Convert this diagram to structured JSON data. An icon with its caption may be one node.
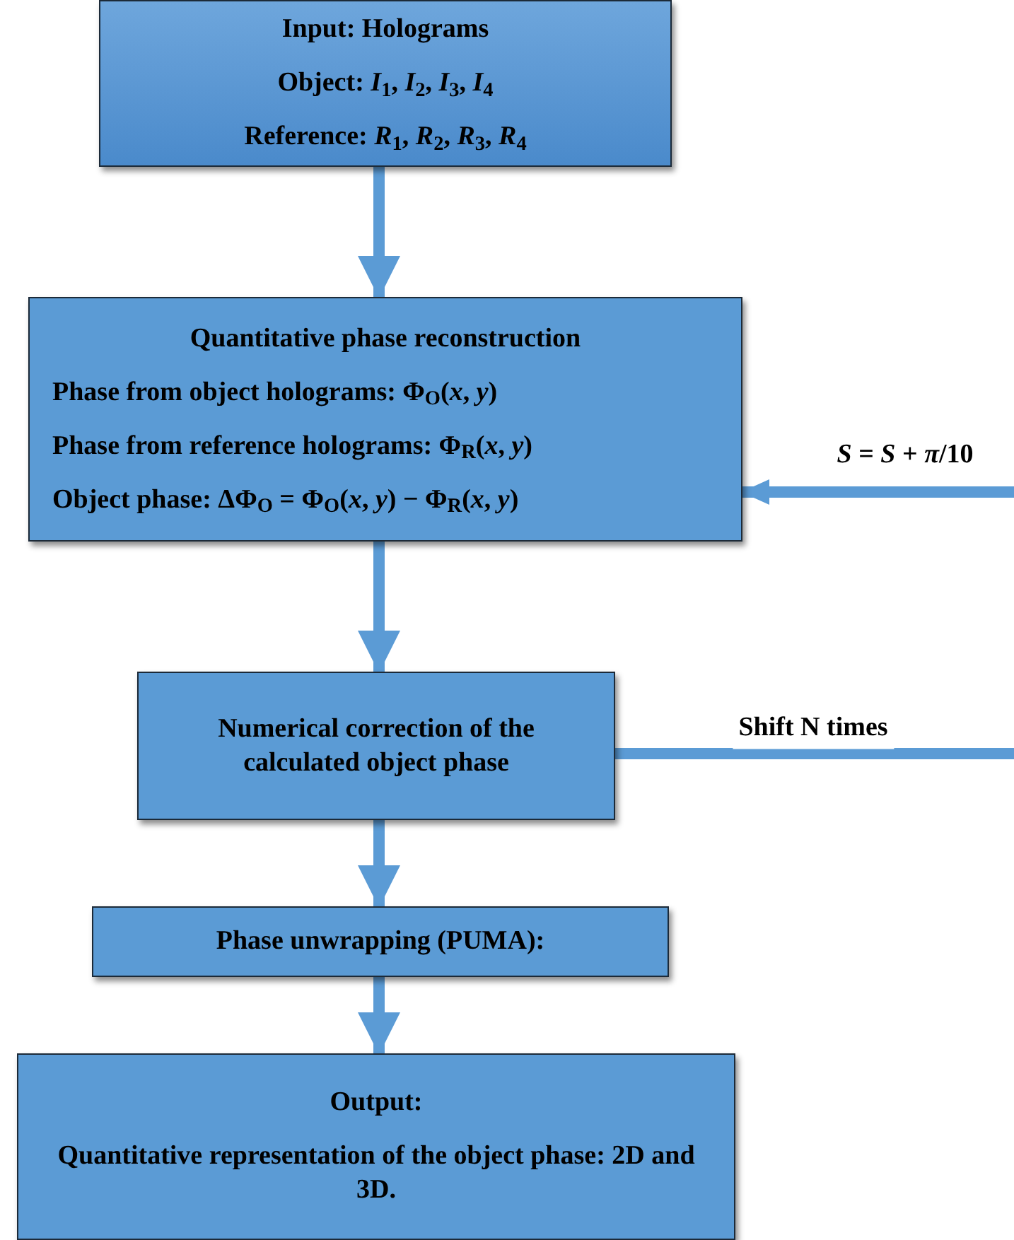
{
  "diagram": {
    "nodes": [
      {
        "text": [
          "Input: Holograms",
          "Object: *I*$_{1}$, *I*$_{2}$, *I*$_{3}$, *I*$_{4}$",
          "Reference: *R*$_{1}$, *R*$_{2}$, *R*$_{3}$, *R*$_{4}$"
        ]
      },
      {
        "text": [
          "Quantitative phase reconstruction",
          "Phase from object holograms: Φ$_{O}$(*x*, *y*)",
          "Phase from reference holograms: Φ$_{R}$(*x*, *y*)",
          "Object phase: ΔΦ$_{O}$ = Φ$_{O}$(*x*, *y*) − Φ$_{R}$(*x*, *y*)"
        ]
      },
      {
        "text": [
          "Numerical correction of the calculated object phase"
        ]
      },
      {
        "text": [
          "Phase unwrapping (PUMA):"
        ]
      },
      {
        "text": [
          "Output:",
          "Quantitative representation of the object phase: 2D and 3D."
        ]
      }
    ],
    "edges": [
      {
        "from": 0,
        "to": 1,
        "arrow": "to"
      },
      {
        "from": 1,
        "to": 2,
        "arrow": "to"
      },
      {
        "from": 2,
        "to": 3,
        "arrow": "to"
      },
      {
        "from": 3,
        "to": 4,
        "arrow": "to"
      },
      {
        "from": 2,
        "to": null,
        "arrow": "none",
        "label": "Shift N times"
      },
      {
        "from": null,
        "to": 1,
        "arrow": "to",
        "label": "*S* = *S* + *π*/10"
      }
    ]
  }
}
